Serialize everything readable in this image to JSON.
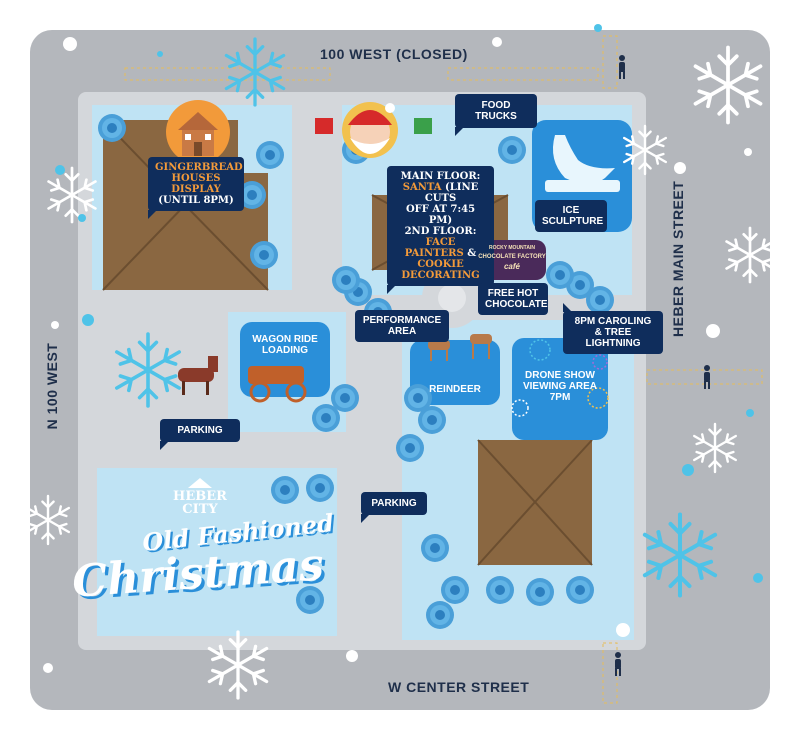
{
  "streets": {
    "top": "100 WEST (CLOSED)",
    "bottom": "W CENTER STREET",
    "left": "N 100 WEST",
    "right": "HEBER MAIN STREET"
  },
  "callouts": {
    "gingerbread_line1": "GINGERBREAD",
    "gingerbread_line2": "HOUSES DISPLAY",
    "gingerbread_line3": "(UNTIL 8PM)",
    "food_trucks": "FOOD TRUCKS",
    "main_floor_a": "MAIN FLOOR:",
    "main_floor_b": "SANTA",
    "main_floor_c": " (LINE CUTS",
    "main_floor_d": "OFF AT 7:45 PM)",
    "main_floor_e": "2ND FLOOR: ",
    "main_floor_f": "FACE",
    "main_floor_g": "PAINTERS",
    "main_floor_h": " & ",
    "main_floor_i": "COOKIE",
    "main_floor_j": "DECORATING",
    "ice_line1": "ICE",
    "ice_line2": "SCULPTURE",
    "cocoa_line1": "FREE HOT",
    "cocoa_line2": "CHOCOLATE",
    "performance_line1": "PERFORMANCE",
    "performance_line2": "AREA",
    "caroling_line1": "8PM CAROLING",
    "caroling_line2": "& TREE LIGHTNING",
    "wagon_line1": "WAGON RIDE",
    "wagon_line2": "LOADING",
    "reindeer": "REINDEER",
    "drone_line1": "DRONE SHOW",
    "drone_line2": "VIEWING AREA",
    "drone_line3": "7PM",
    "parking_left": "PARKING",
    "parking_center": "PARKING"
  },
  "logo": {
    "heber_line1": "HEBER",
    "heber_line2": "CITY",
    "title_line1": "Old Fashioned",
    "title_line2": "Christmas"
  },
  "cafe_sign": {
    "line1": "ROCKY MOUNTAIN",
    "line2": "CHOCOLATE FACTORY",
    "line3": "café"
  },
  "colors": {
    "street": "#b4b7bc",
    "block": "#bfe3f4",
    "walkway": "#d4d7db",
    "roof": "#8a6741",
    "tree": "#4a9fd8",
    "navy": "#0f2d5c",
    "accent_orange": "#f29a3a",
    "highlight_blue": "#2a8fd9",
    "crosswalk": "#f2c14e"
  },
  "icons": [
    "snowflake-icon",
    "pedestrian-icon",
    "santa-icon",
    "gingerbread-house-icon",
    "swan-ice-sculpture-icon",
    "reindeer-icon",
    "horse-wagon-icon",
    "fireworks-icon",
    "tree-icon"
  ]
}
